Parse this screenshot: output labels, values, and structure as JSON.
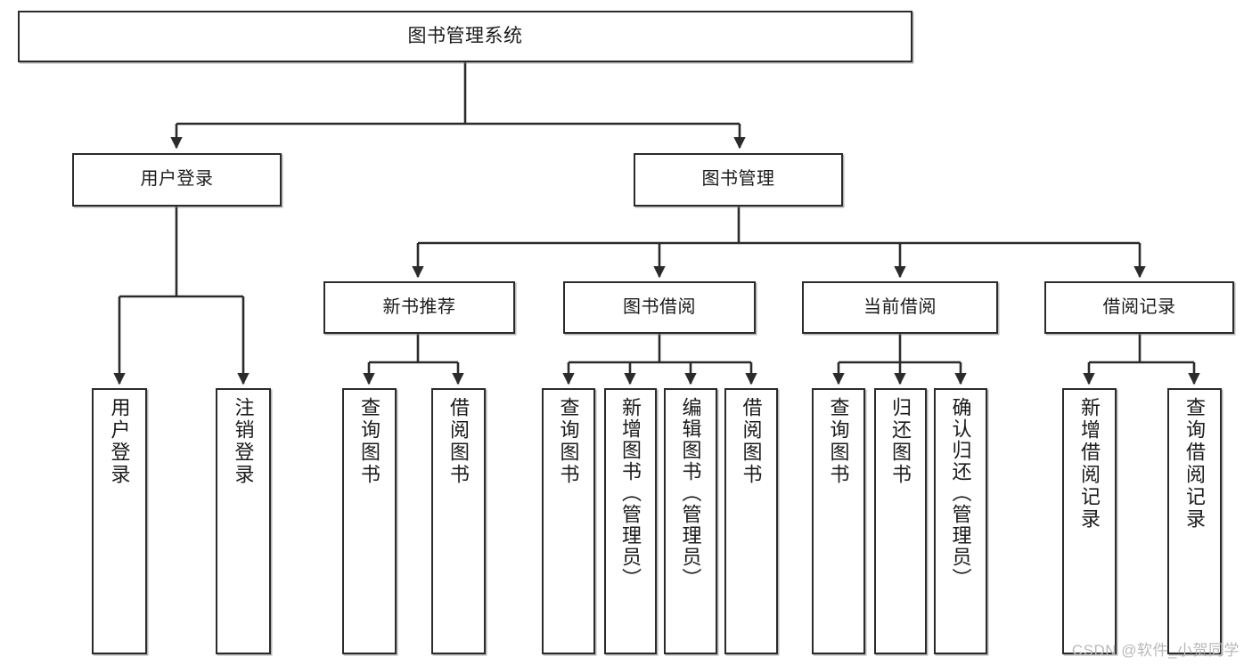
{
  "diagram": {
    "type": "tree",
    "title": "图书管理系统",
    "root": {
      "label": "图书管理系统"
    },
    "level1": [
      {
        "label": "用户登录"
      },
      {
        "label": "图书管理"
      }
    ],
    "level2": [
      {
        "label": "新书推荐"
      },
      {
        "label": "图书借阅"
      },
      {
        "label": "当前借阅"
      },
      {
        "label": "借阅记录"
      }
    ],
    "leaves": {
      "user_login": [
        {
          "label": "用户登录"
        },
        {
          "label": "注销登录"
        }
      ],
      "new_book": [
        {
          "label": "查询图书"
        },
        {
          "label": "借阅图书"
        }
      ],
      "book_borrow": [
        {
          "label": "查询图书"
        },
        {
          "label": "新增图书（管理员）"
        },
        {
          "label": "编辑图书（管理员）"
        },
        {
          "label": "借阅图书"
        }
      ],
      "current_borrow": [
        {
          "label": "查询图书"
        },
        {
          "label": "归还图书"
        },
        {
          "label": "确认归还（管理员）"
        }
      ],
      "borrow_record": [
        {
          "label": "新增借阅记录"
        },
        {
          "label": "查询借阅记录"
        }
      ]
    }
  },
  "watermark": {
    "text": "CSDN @软件_小贺同学"
  },
  "colors": {
    "stroke": "#2b2b2b",
    "fill": "#ffffff",
    "text": "#1b1b1b",
    "watermark": "#b9b9b9"
  }
}
